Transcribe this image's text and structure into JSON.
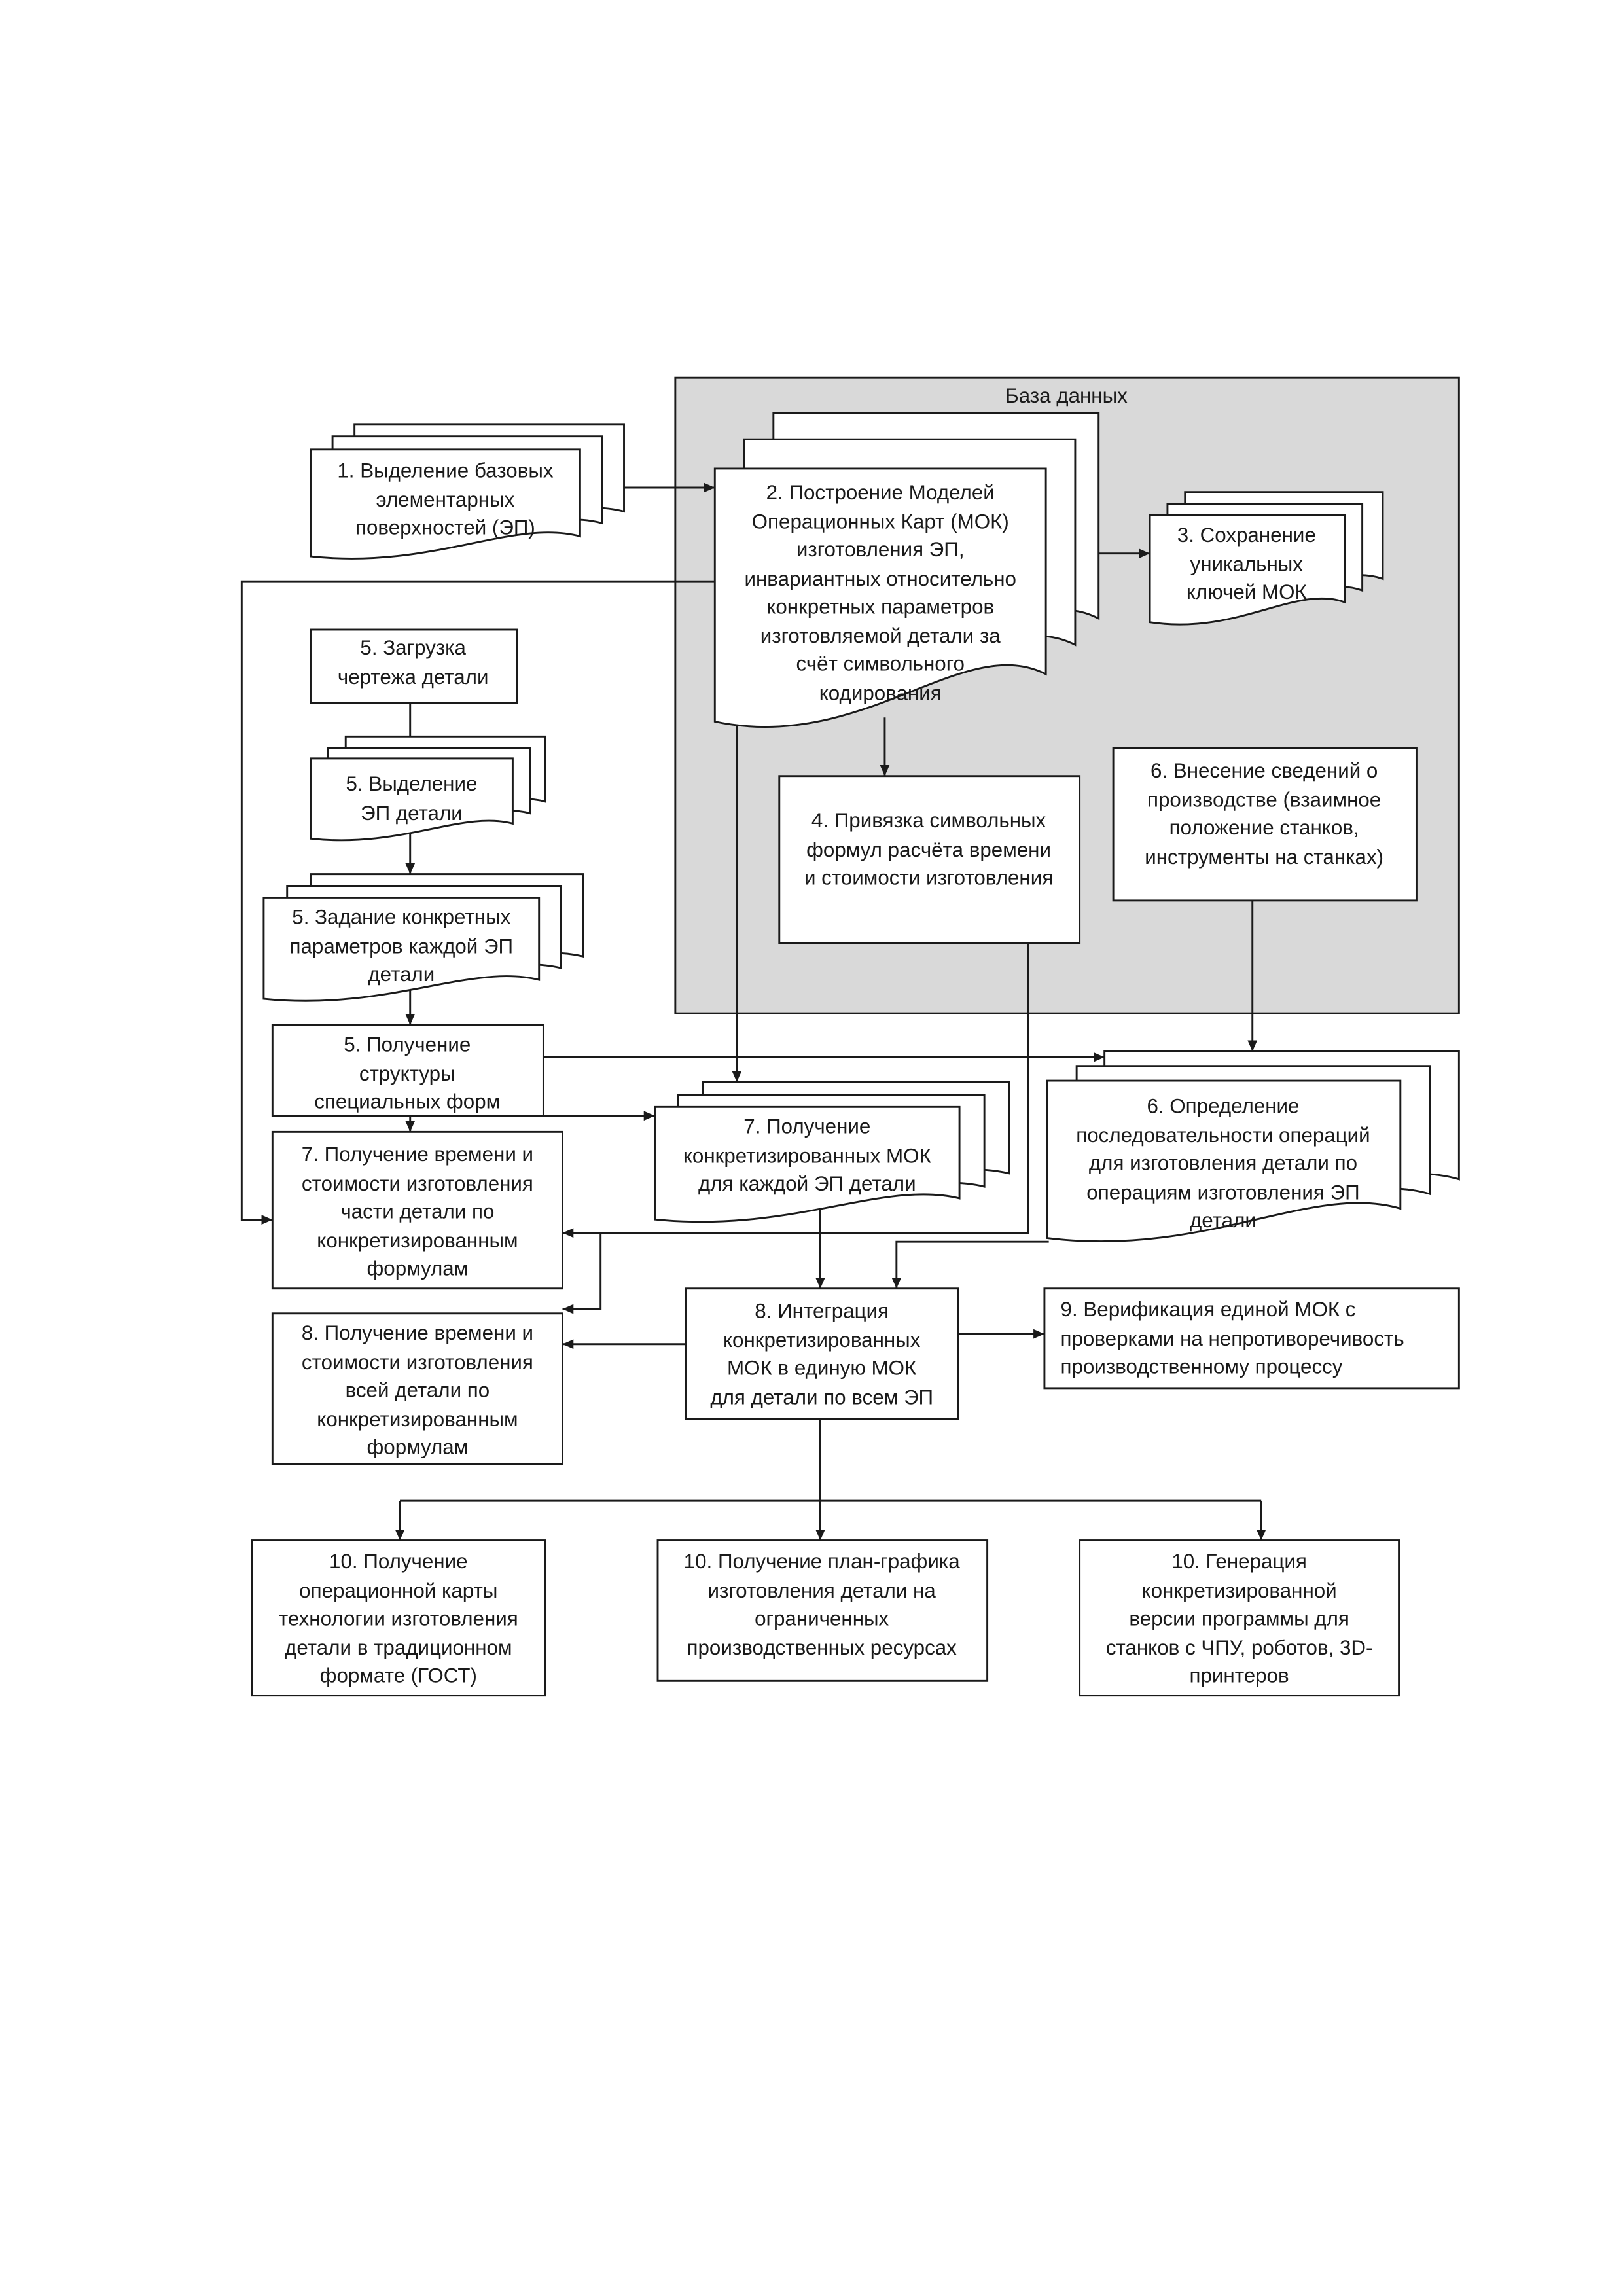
{
  "diagram": {
    "database_label": "База данных",
    "nodes": {
      "step1_surfaces": "1. Выделение базовых\nэлементарных\nповерхностей (ЭП)",
      "step2_models": "2. Построение Моделей\nОперационных Карт (МОК)\nизготовления ЭП,\nинвариантных относительно\nконкретных параметров\nизготовляемой детали за\nсчёт символьного\nкодирования",
      "step3_keys": "3. Сохранение\nуникальных\nключей МОК",
      "step4_formulas": "4. Привязка символьных\nформул расчёта времени\nи стоимости изготовления",
      "step5_load": "5. Загрузка\nчертежа детали",
      "step5_extract": "5. Выделение\nЭП детали",
      "step5_params": "5. Задание конкретных\nпараметров каждой ЭП\nдетали",
      "step5_structure": "5. Получение\nструктуры\nспециальных форм",
      "step6_input": "6. Внесение сведений о\nпроизводстве (взаимное\nположение станков,\nинструменты на станках)",
      "step6_sequence": "6. Определение\nпоследовательности операций\nдля изготовления детали по\nоперациям изготовления ЭП\nдетали",
      "step7_mok": "7. Получение\nконкретизированных МОК\nдля каждой ЭП детали",
      "step7_cost_part": "7. Получение времени и\nстоимости изготовления\nчасти детали по\nконкретизированным\nформулам",
      "step8_integrate": "8. Интеграция\nконкретизированных\nМОК в единую МОК\nдля детали по всем ЭП",
      "step8_cost_whole": "8. Получение времени и\nстоимости изготовления\nвсей детали по\nконкретизированным\nформулам",
      "step9_verify": "9. Верификация единой МОК с\nпроверками на непротиворечивость\nпроизводственному процессу",
      "step10_card": "10. Получение\nоперационной карты\nтехнологии изготовления\nдетали в традиционном\nформате (ГОСТ)",
      "step10_schedule": "10. Получение план-графика\nизготовления детали на\nограниченных\nпроизводственных ресурсах",
      "step10_program": "10. Генерация\nконкретизированной\nверсии программы для\nстанков с ЧПУ, роботов, 3D-\nпринтеров"
    }
  },
  "colors": {
    "database_fill": "#d9d9d9",
    "node_fill": "#ffffff",
    "stroke": "#1a1a1a"
  }
}
